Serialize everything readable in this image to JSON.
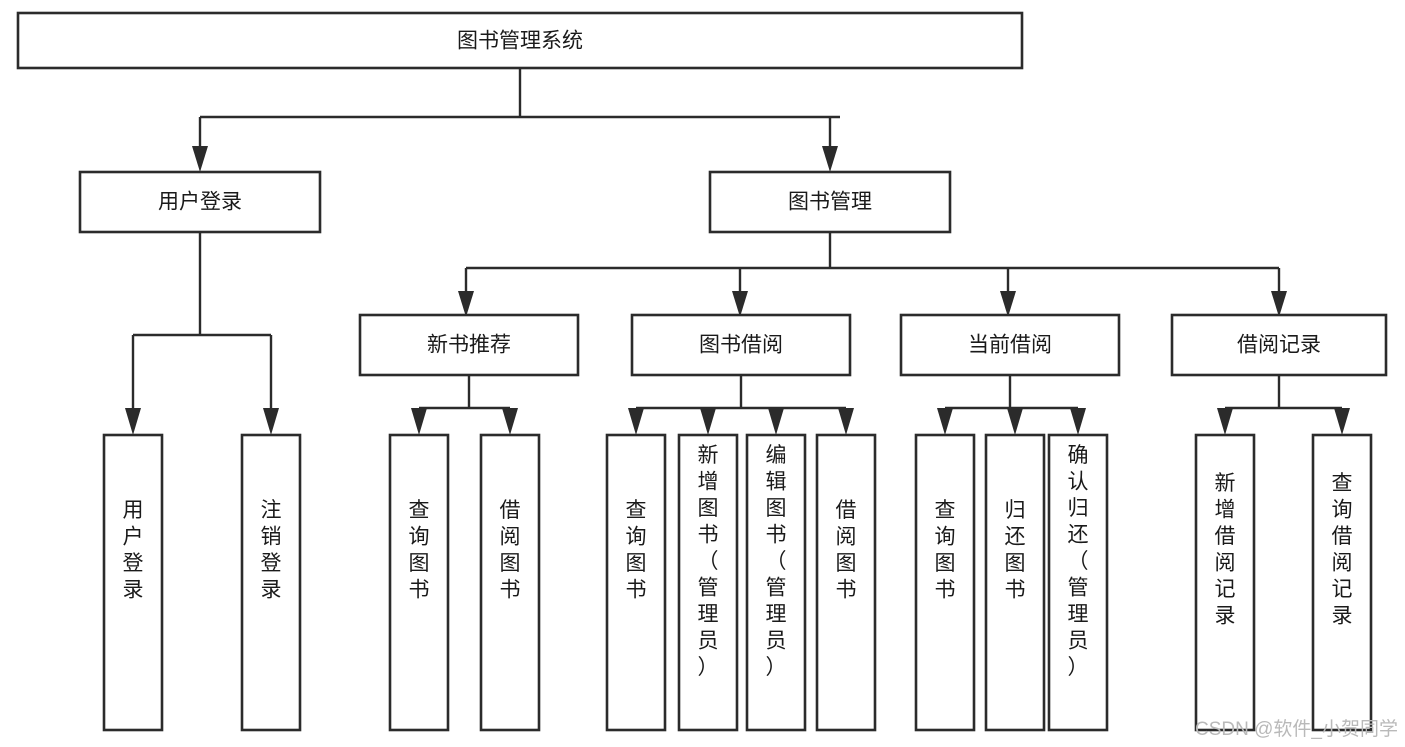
{
  "diagram": {
    "title": "图书管理系统",
    "type": "tree-hierarchy",
    "watermark": "CSDN @软件_小贺同学",
    "levels": {
      "root": {
        "label": "图书管理系统"
      },
      "level2": [
        {
          "id": "user-login",
          "label": "用户登录"
        },
        {
          "id": "book-management",
          "label": "图书管理"
        }
      ],
      "level3": [
        {
          "id": "new-book-recommend",
          "label": "新书推荐",
          "parent": "book-management"
        },
        {
          "id": "book-borrow",
          "label": "图书借阅",
          "parent": "book-management"
        },
        {
          "id": "current-borrow",
          "label": "当前借阅",
          "parent": "book-management"
        },
        {
          "id": "borrow-record",
          "label": "借阅记录",
          "parent": "book-management"
        }
      ],
      "leaves": [
        {
          "id": "leaf-user-login",
          "label": "用户登录",
          "parent": "user-login"
        },
        {
          "id": "leaf-logout-login",
          "label": "注销登录",
          "parent": "user-login"
        },
        {
          "id": "leaf-query-book-1",
          "label": "查询图书",
          "parent": "new-book-recommend"
        },
        {
          "id": "leaf-borrow-book-1",
          "label": "借阅图书",
          "parent": "new-book-recommend"
        },
        {
          "id": "leaf-query-book-2",
          "label": "查询图书",
          "parent": "book-borrow"
        },
        {
          "id": "leaf-add-book",
          "label": "新增图书（管理员）",
          "parent": "book-borrow"
        },
        {
          "id": "leaf-edit-book",
          "label": "编辑图书（管理员）",
          "parent": "book-borrow"
        },
        {
          "id": "leaf-borrow-book-2",
          "label": "借阅图书",
          "parent": "book-borrow"
        },
        {
          "id": "leaf-query-book-3",
          "label": "查询图书",
          "parent": "current-borrow"
        },
        {
          "id": "leaf-return-book",
          "label": "归还图书",
          "parent": "current-borrow"
        },
        {
          "id": "leaf-confirm-return",
          "label": "确认归还（管理员）",
          "parent": "current-borrow"
        },
        {
          "id": "leaf-add-record",
          "label": "新增借阅记录",
          "parent": "borrow-record"
        },
        {
          "id": "leaf-query-record",
          "label": "查询借阅记录",
          "parent": "borrow-record"
        }
      ]
    },
    "colors": {
      "stroke": "#2b2b2b",
      "fill": "#ffffff",
      "text": "#1a1a1a",
      "watermark": "#b9b9b9"
    }
  }
}
